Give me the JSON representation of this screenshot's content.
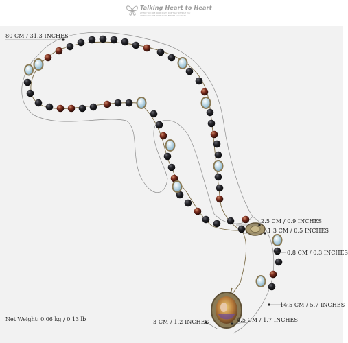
{
  "logo": {
    "brand": "Talking Heart to Heart",
    "tagline_1": "WHERE YOU ONE MORE NIGHT DON'T GO WITHOUT YOU",
    "tagline_2": "WHERE YOU ONE MORE NIGHT BEFORE I GO CRAZY"
  },
  "dimensions": {
    "total_length": "80 CM / 31.3 INCHES",
    "centerpiece_width": "2.5 CM / 0.9 INCHES",
    "connector_width": "1.3 CM / 0.5 INCHES",
    "bead_size": "0.8 CM / 0.3 INCHES",
    "drop_length": "14.5 CM / 5.7 INCHES",
    "pendant_height": "4.5 CM / 1.7 INCHES",
    "pendant_width": "3 CM / 1.2 INCHES"
  },
  "net_weight": "Net Weight: 0.06 kg / 0.13 lb",
  "colors": {
    "bead_black": "#1e1e22",
    "bead_red": "#8b3a2a",
    "crystal": "#cfe3ee",
    "bronze": "#8a7a55",
    "measure_line": "#666666"
  }
}
